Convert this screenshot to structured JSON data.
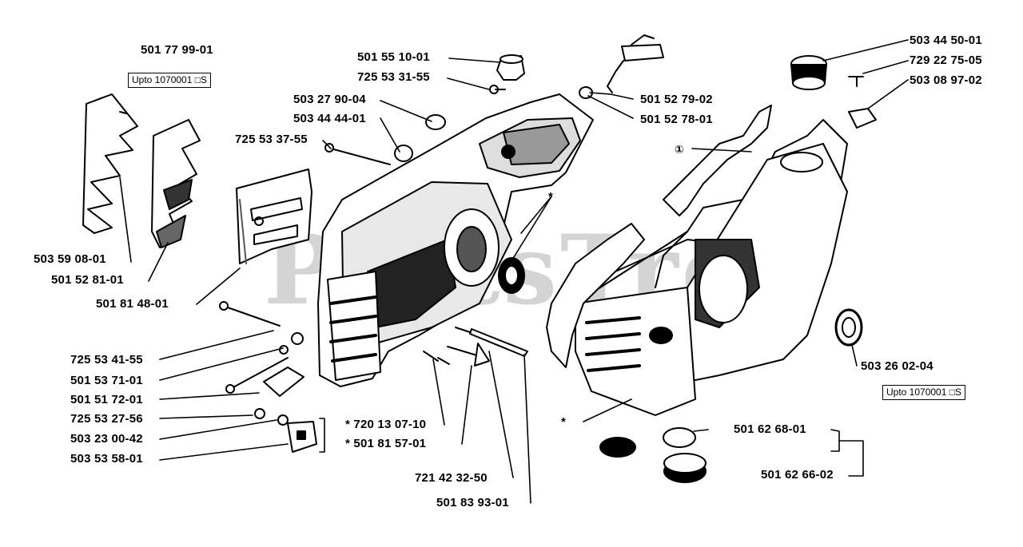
{
  "watermark": "PartsTree",
  "marker_note": "*",
  "callouts": {
    "a": "501 77 99-01",
    "b": "501 55 10-01",
    "c": "725 53 31-55",
    "d": "503 27 90-04",
    "e": "503 44 44-01",
    "f": "725 53 37-55",
    "g": "501 52 79-02",
    "h": "501 52 78-01",
    "i": "503 44 50-01",
    "j": "729 22 75-05",
    "k": "503 08 97-02",
    "l": "503 59 08-01",
    "m": "501 52 81-01",
    "n": "501 81 48-01",
    "o": "725 53 41-55",
    "p": "501 53 71-01",
    "q": "501 51 72-01",
    "r": "725 53 27-56",
    "s": "503 23 00-42",
    "t": "503 53 58-01",
    "u": "* 720 13 07-10",
    "v": "* 501 81 57-01",
    "w": "721 42 32-50",
    "x": "501 83 93-01",
    "y": "503 26 02-04",
    "z": "501 62 68-01",
    "aa": "501 62 66-02"
  },
  "serial_notes": {
    "left": "Upto 1070001 □S",
    "right": "Upto 1070001 □S"
  },
  "circled_marker": "①"
}
